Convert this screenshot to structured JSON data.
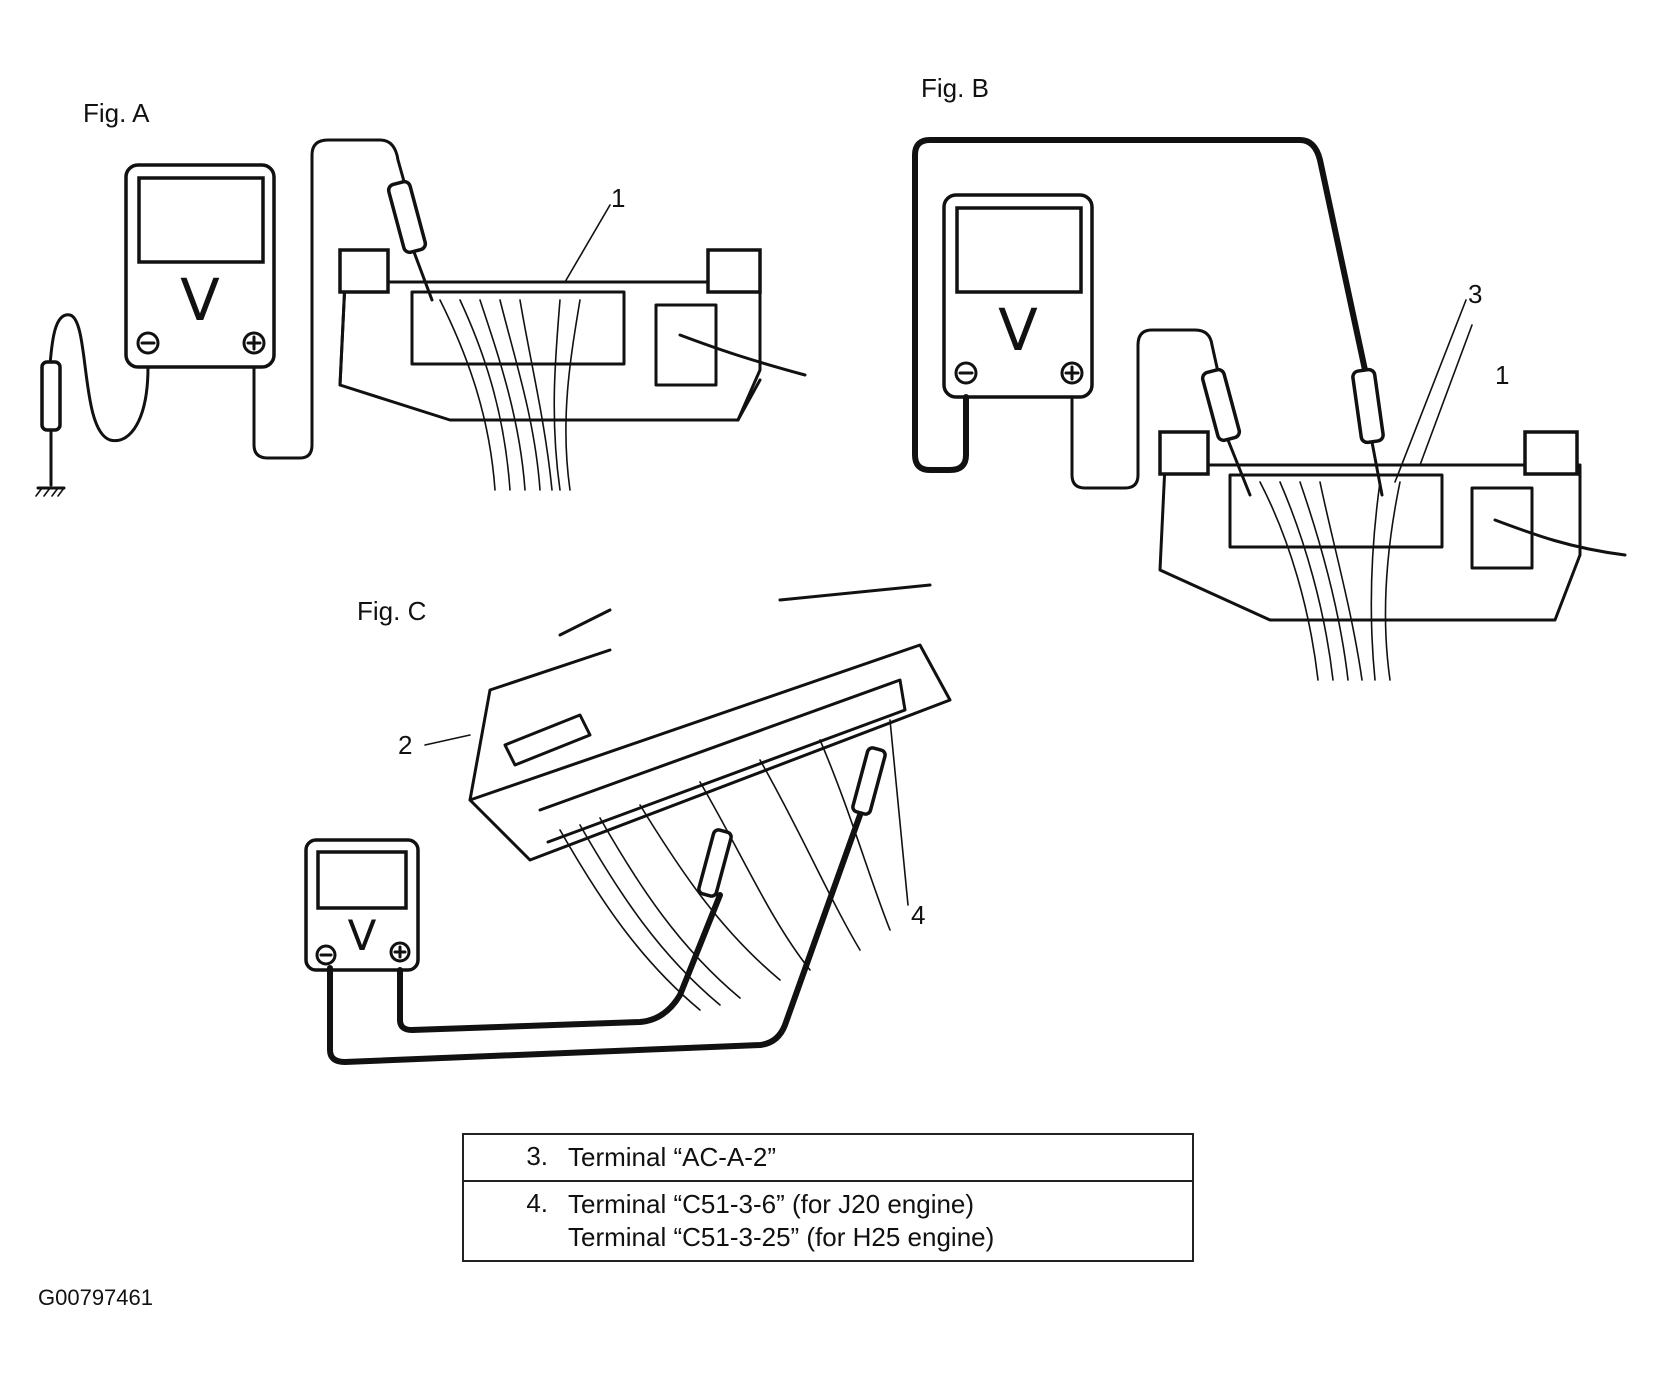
{
  "figures": {
    "a": {
      "label": "Fig. A",
      "meter_symbol": "V",
      "callouts": [
        "1"
      ]
    },
    "b": {
      "label": "Fig. B",
      "meter_symbol": "V",
      "callouts": [
        "3",
        "1"
      ]
    },
    "c": {
      "label": "Fig. C",
      "meter_symbol": "V",
      "callouts": [
        "2",
        "4"
      ]
    }
  },
  "legend": [
    {
      "num": "3.",
      "lines": [
        "Terminal “AC-A-2”"
      ]
    },
    {
      "num": "4.",
      "lines": [
        "Terminal “C51-3-6” (for J20 engine)",
        "Terminal “C51-3-25” (for H25 engine)"
      ]
    }
  ],
  "image_id": "G00797461",
  "icons": {
    "negative": "minus-circle-icon",
    "positive": "plus-circle-icon",
    "ground": "ground-icon"
  }
}
